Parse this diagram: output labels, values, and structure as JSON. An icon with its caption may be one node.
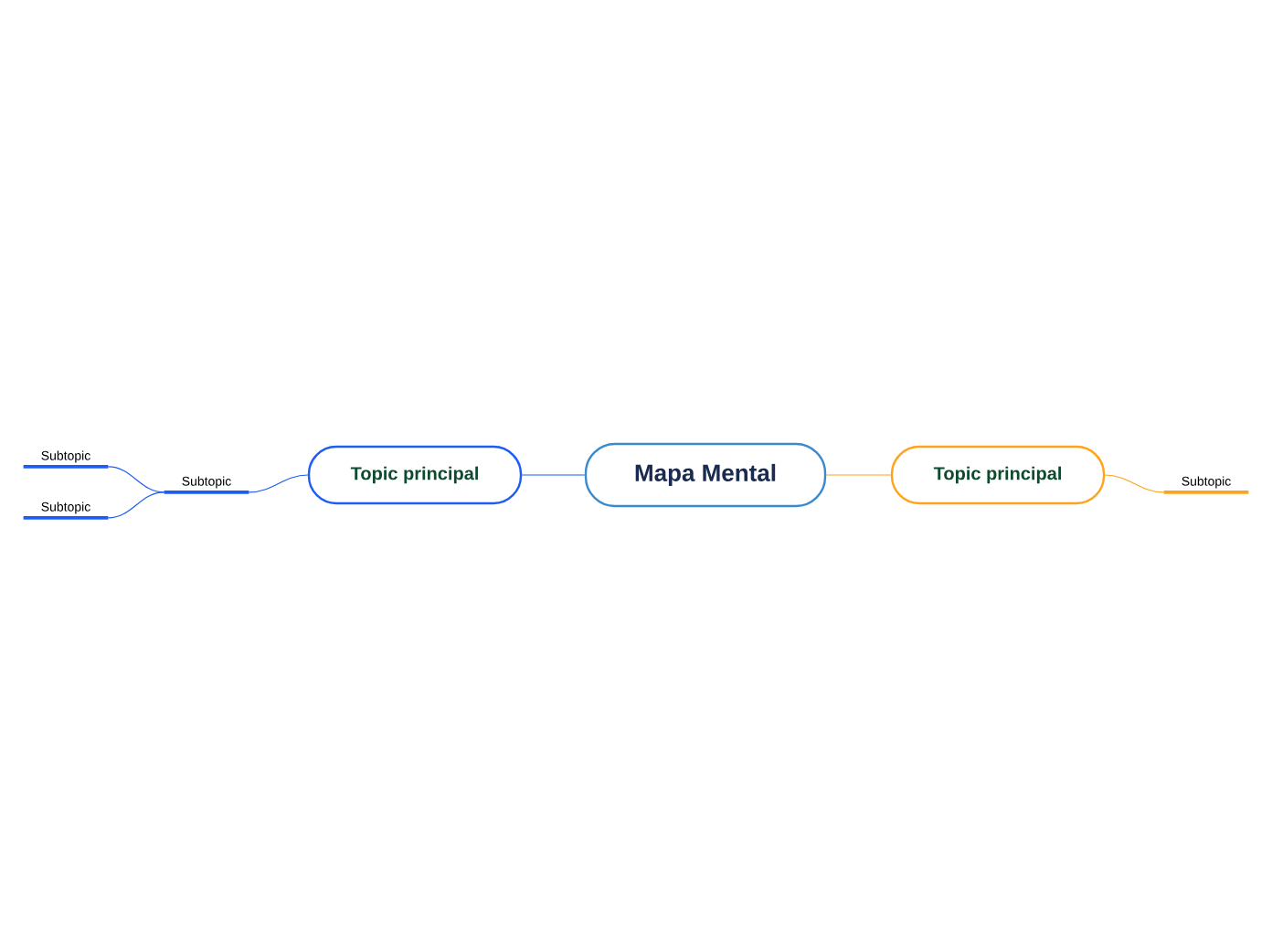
{
  "diagram": {
    "nodes": [
      {
        "text": [
          "Mapa Mental"
        ]
      },
      {
        "text": [
          "Topic principal"
        ]
      },
      {
        "text": [
          "Topic principal"
        ]
      },
      {
        "text": [
          "Subtopic"
        ]
      },
      {
        "text": [
          "Subtopic"
        ]
      },
      {
        "text": [
          "Subtopic"
        ]
      },
      {
        "text": [
          "Subtopic"
        ]
      }
    ],
    "edges": [
      {
        "from": 0,
        "to": 1,
        "arrow": "none",
        "color": "#1d5cf5"
      },
      {
        "from": 1,
        "to": 3,
        "arrow": "none",
        "color": "#1d5cf5"
      },
      {
        "from": 3,
        "to": 4,
        "arrow": "none",
        "color": "#1d5cf5"
      },
      {
        "from": 3,
        "to": 5,
        "arrow": "none",
        "color": "#1d5cf5"
      },
      {
        "from": 0,
        "to": 2,
        "arrow": "none",
        "color": "#ffa31a"
      },
      {
        "from": 2,
        "to": 6,
        "arrow": "none",
        "color": "#ffa31a"
      }
    ]
  }
}
